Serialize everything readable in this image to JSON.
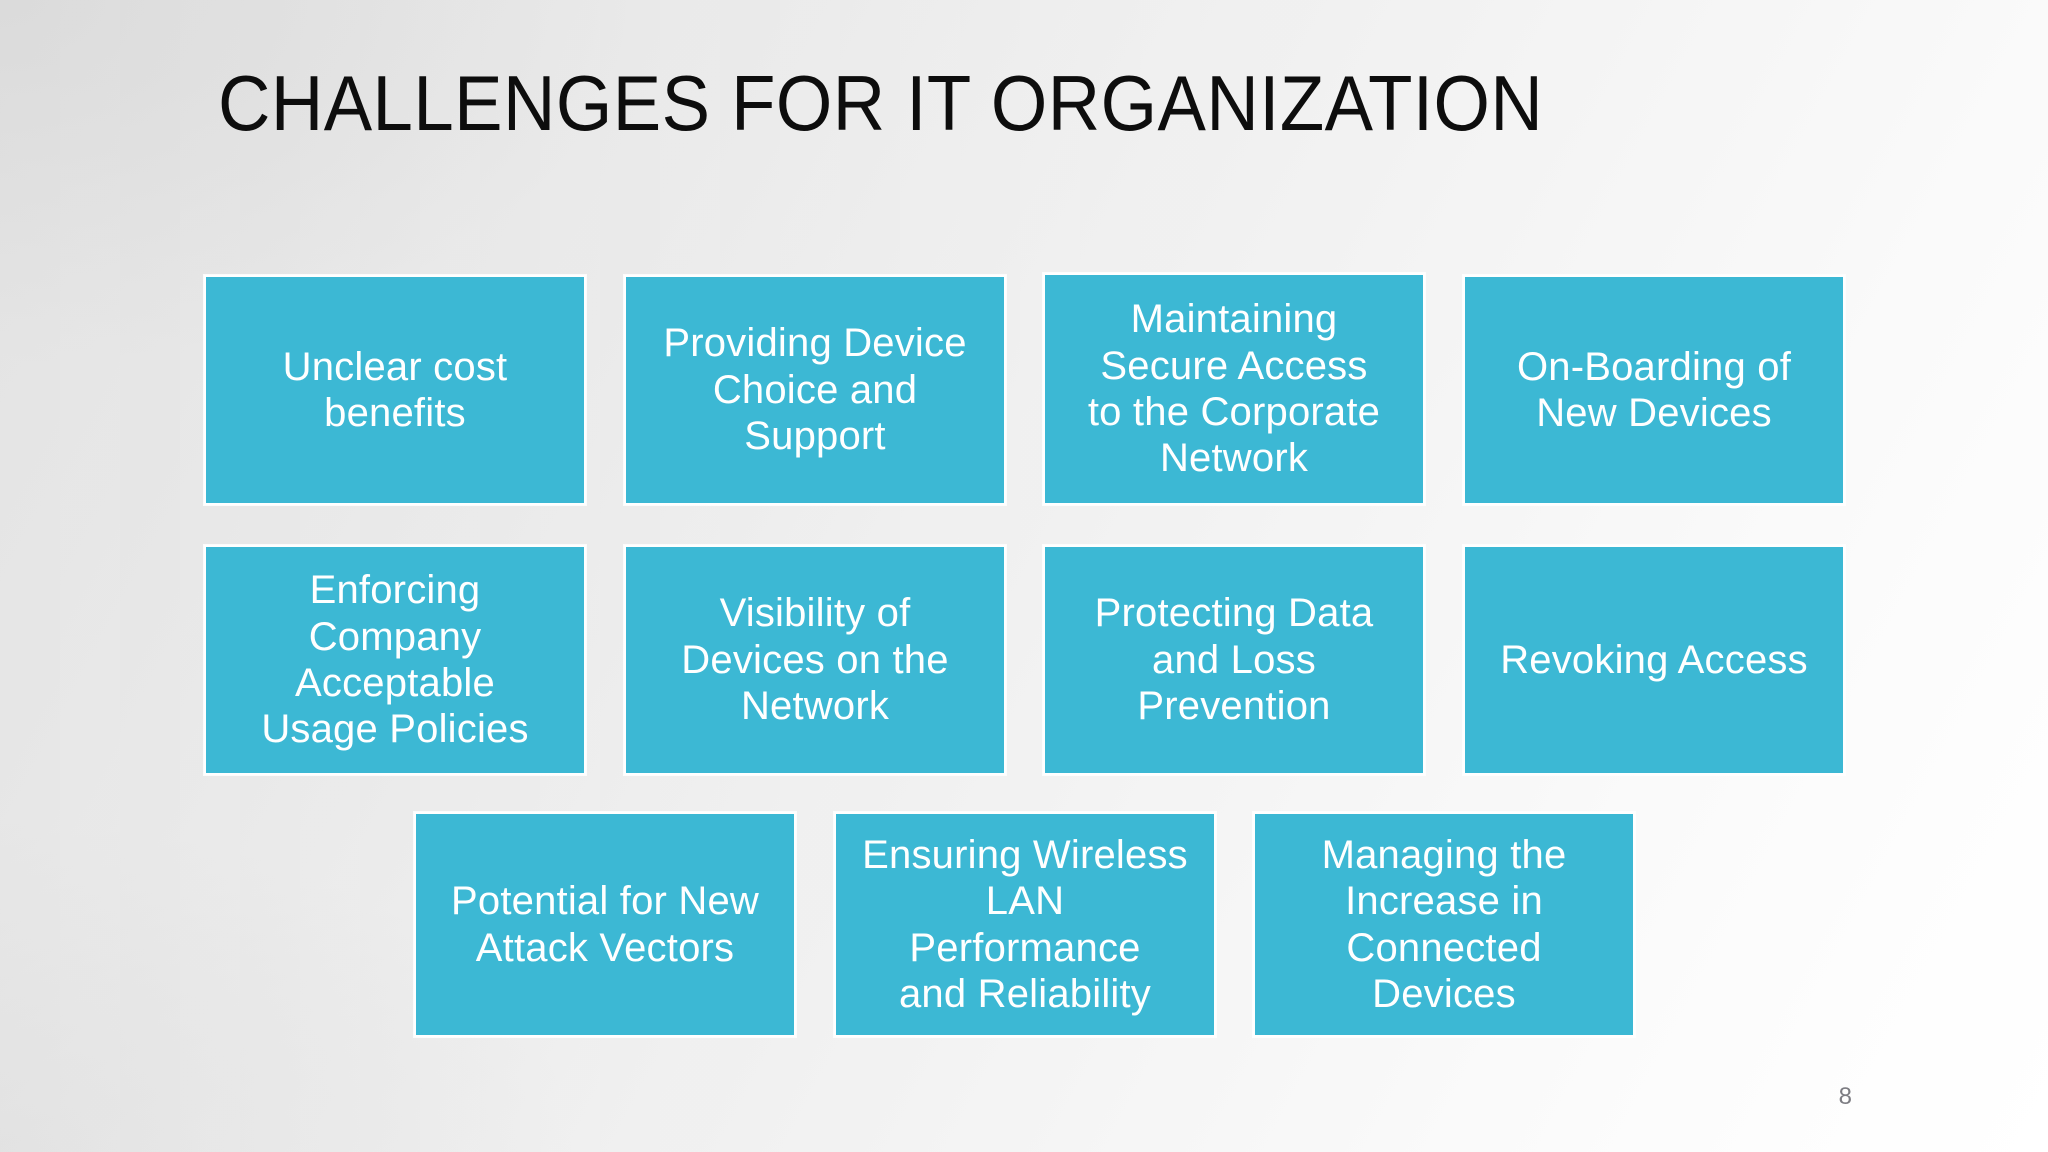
{
  "slide": {
    "title": "CHALLENGES FOR IT ORGANIZATION",
    "page_number": "8",
    "accent_color": "#3cb8d4",
    "title_color": "#0d0d0d",
    "tile_text_color": "#ffffff",
    "background_color": "#eeeeee"
  },
  "tiles": {
    "row1": [
      {
        "label": "Unclear cost\nbenefits"
      },
      {
        "label": "Providing Device\nChoice and\nSupport"
      },
      {
        "label": "Maintaining\nSecure Access\nto the Corporate\nNetwork"
      },
      {
        "label": "On-Boarding of\nNew Devices"
      }
    ],
    "row2": [
      {
        "label": "Enforcing\nCompany\nAcceptable\nUsage Policies"
      },
      {
        "label": "Visibility of\nDevices on the\nNetwork"
      },
      {
        "label": "Protecting Data\nand Loss\nPrevention"
      },
      {
        "label": "Revoking Access"
      }
    ],
    "row3": [
      {
        "label": "Potential for New\nAttack Vectors"
      },
      {
        "label": "Ensuring Wireless\nLAN\nPerformance\nand Reliability"
      },
      {
        "label": "Managing the\nIncrease in\nConnected\nDevices"
      }
    ]
  }
}
